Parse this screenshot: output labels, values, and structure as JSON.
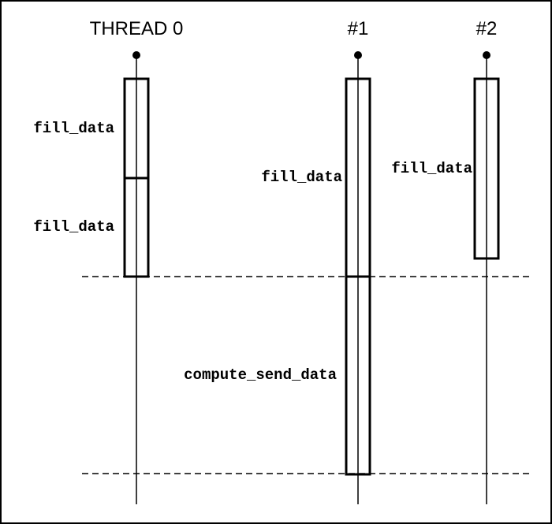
{
  "colors": {
    "background": "#ffffff",
    "stroke": "#000000"
  },
  "threads": [
    {
      "label": "THREAD 0"
    },
    {
      "label": "#1"
    },
    {
      "label": "#2"
    }
  ],
  "tasks": [
    {
      "label": "fill_data"
    },
    {
      "label": "fill_data"
    },
    {
      "label": "fill_data"
    },
    {
      "label": "fill_data"
    },
    {
      "label": "compute_send_data"
    }
  ]
}
